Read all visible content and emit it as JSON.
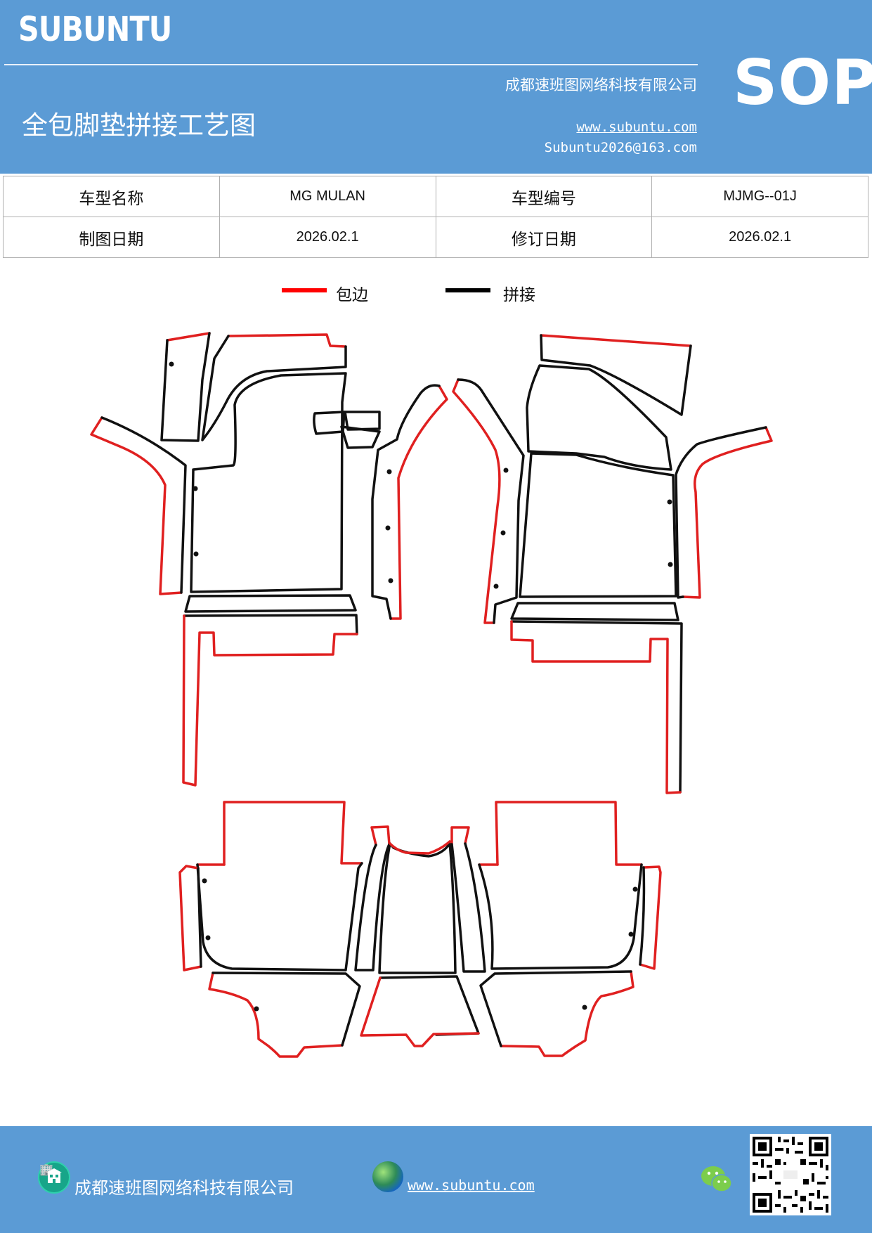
{
  "header": {
    "brand": "SUBUNTU",
    "company": "成都速班图网络科技有限公司",
    "title": "全包脚垫拼接工艺图",
    "website": "www.subuntu.com",
    "email": "Subuntu2026@163.com",
    "badge": "SOP"
  },
  "info_table": {
    "model_name_label": "车型名称",
    "model_name_value": "MG MULAN",
    "model_code_label": "车型编号",
    "model_code_value": "MJMG--01J",
    "drawing_date_label": "制图日期",
    "drawing_date_value": "2026.02.1",
    "revision_date_label": "修订日期",
    "revision_date_value": "2026.02.1"
  },
  "legend": {
    "items": [
      {
        "label": "包边",
        "color": "#ff0000"
      },
      {
        "label": "拼接",
        "color": "#000000"
      }
    ]
  },
  "colors": {
    "header_bg": "#5b9bd5",
    "edge_red": "#e02020",
    "seam_black": "#111111"
  },
  "footer": {
    "company": "成都速班图网络科技有限公司",
    "website": "www.subuntu.com",
    "icons": [
      "building-icon",
      "globe-icon",
      "wechat-icon",
      "qr-code"
    ]
  }
}
